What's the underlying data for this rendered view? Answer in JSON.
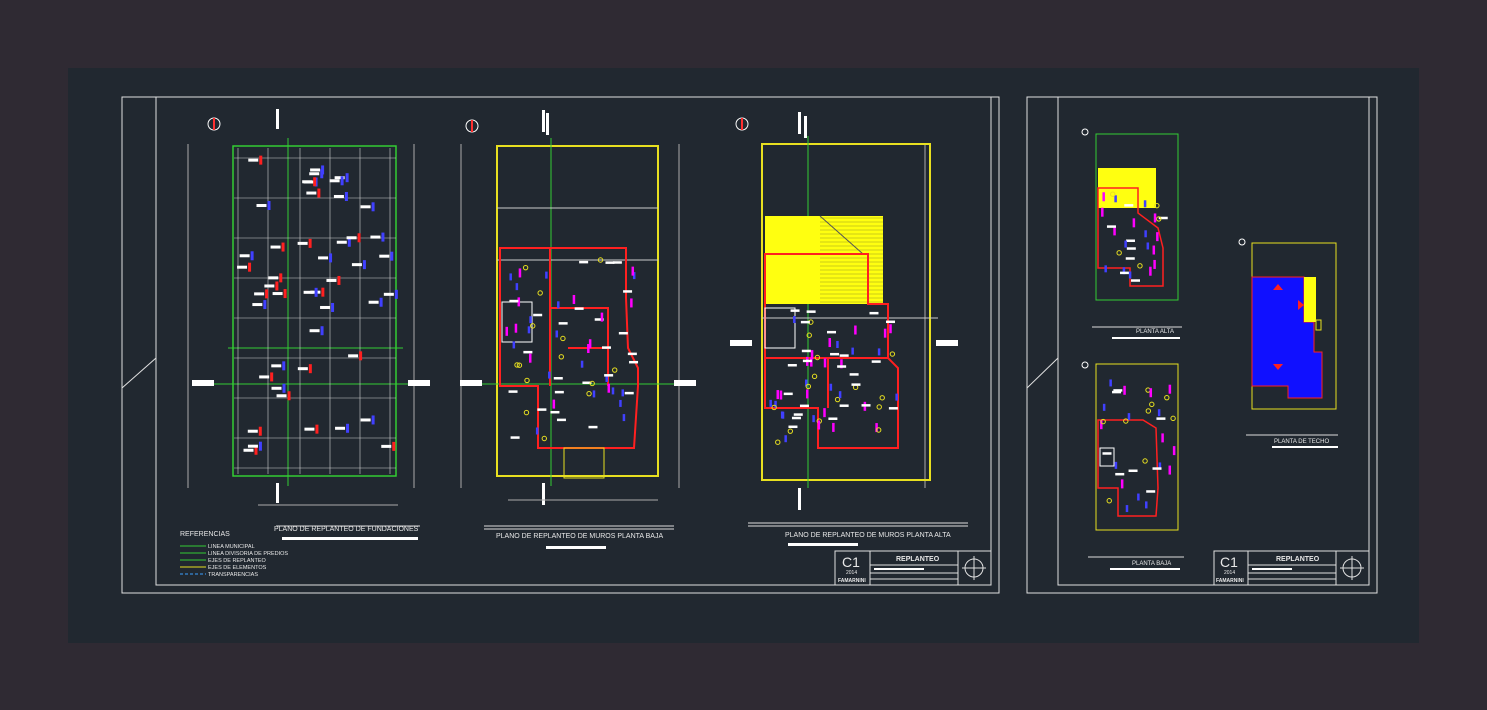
{
  "sheet1": {
    "references": {
      "title": "REFERENCIAS",
      "items": [
        {
          "label": "LINEA MUNICIPAL",
          "color": "#33cc33",
          "dashed": false
        },
        {
          "label": "LINEA DIVISORIA DE PREDIOS",
          "color": "#33cc33",
          "dashed": false
        },
        {
          "label": "EJES DE REPLANTEO",
          "color": "#33cc33",
          "dashed": false
        },
        {
          "label": "EJES DE ELEMENTOS",
          "color": "#e8e020",
          "dashed": false
        },
        {
          "label": "TRANSPARENCIAS",
          "color": "#3aa0ff",
          "dashed": true
        }
      ]
    },
    "plan_fundaciones": "PLANO DE REPLANTEO DE FUNDACIONES",
    "plan_planta_baja": "PLANO DE REPLANTEO DE MUROS PLANTA BAJA",
    "plan_planta_alta": "PLANO DE REPLANTEO DE MUROS PLANTA ALTA",
    "title_block": {
      "code": "C1",
      "year": "2014",
      "sheet_title": "REPLANTEO",
      "author": "FAMARNINI"
    }
  },
  "sheet2": {
    "planta_alta": "PLANTA ALTA",
    "planta_baja": "PLANTA BAJA",
    "planta_techo": "PLANTA DE TECHO",
    "title_block": {
      "code": "C1",
      "year": "2014",
      "sheet_title": "REPLANTEO",
      "author": "FAMARNINI"
    }
  },
  "colors": {
    "background": "#2f2a33",
    "model_space": "#212830",
    "sheet_border": "#e0e0e0",
    "wall": "#ffffff",
    "axis": "#33cc33",
    "element_axis": "#e8e020",
    "column": "#ff2020",
    "column_alt": "#4040ff",
    "roof_fill_blue": "#1010ff",
    "roof_fill_yellow": "#ffff10"
  }
}
